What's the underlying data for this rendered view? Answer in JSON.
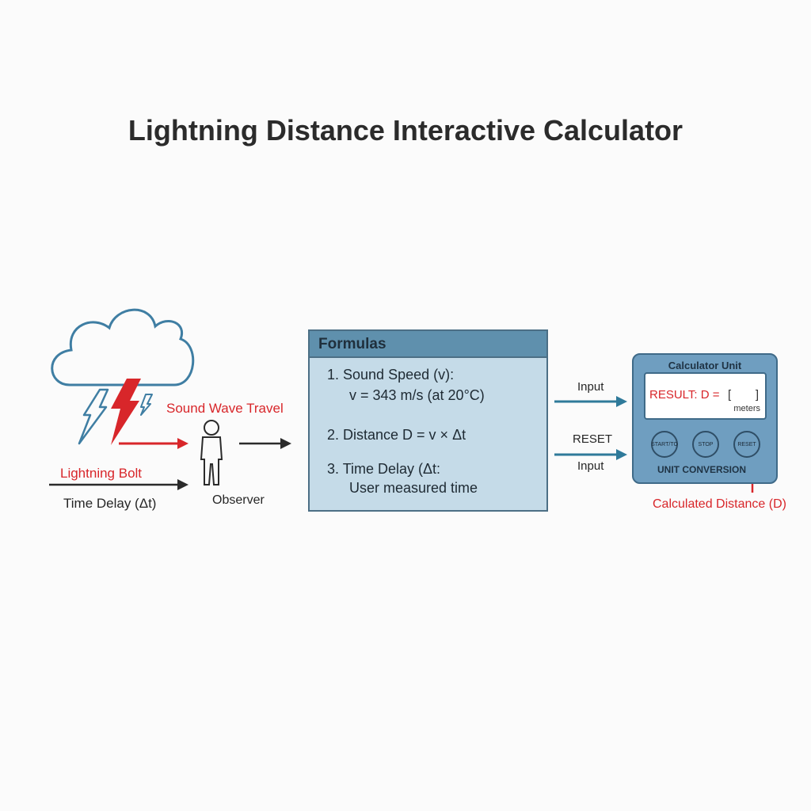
{
  "title": "Lightning Distance Interactive Calculator",
  "labels": {
    "sound_wave_travel": "Sound Wave Travel",
    "lightning_bolt": "Lightning Bolt",
    "time_delay": "Time Delay (Δt)",
    "observer": "Observer",
    "input_top": "Input",
    "reset_label": "RESET",
    "input_bottom": "Input",
    "calculated_distance": "Calculated Distance (D)"
  },
  "formulas": {
    "header": "Formulas",
    "line1": "1.  Sound Speed (v):",
    "line2": "v = 343 m/s (at 20°C)",
    "line3": "2. Distance D = v × Δt",
    "line4": "3. Time Delay (Δt:",
    "line5": "User measured time"
  },
  "calculator": {
    "title": "Calculator Unit",
    "result_label": "RESULT: D =",
    "result_open": "[",
    "result_close": "]",
    "result_unit": "meters",
    "buttons": {
      "start": "START/TO",
      "stop": "STOP",
      "reset": "RESET"
    },
    "unit_conversion": "UNIT CONVERSION"
  },
  "colors": {
    "accent_red": "#d8262a",
    "cloud_blue": "#3f7ea3",
    "panel_blue": "#c5dbe8",
    "calc_blue": "#6f9ec0"
  },
  "icons": [
    "cloud-icon",
    "lightning-bolt-icon",
    "observer-person-icon",
    "arrow-icon"
  ]
}
